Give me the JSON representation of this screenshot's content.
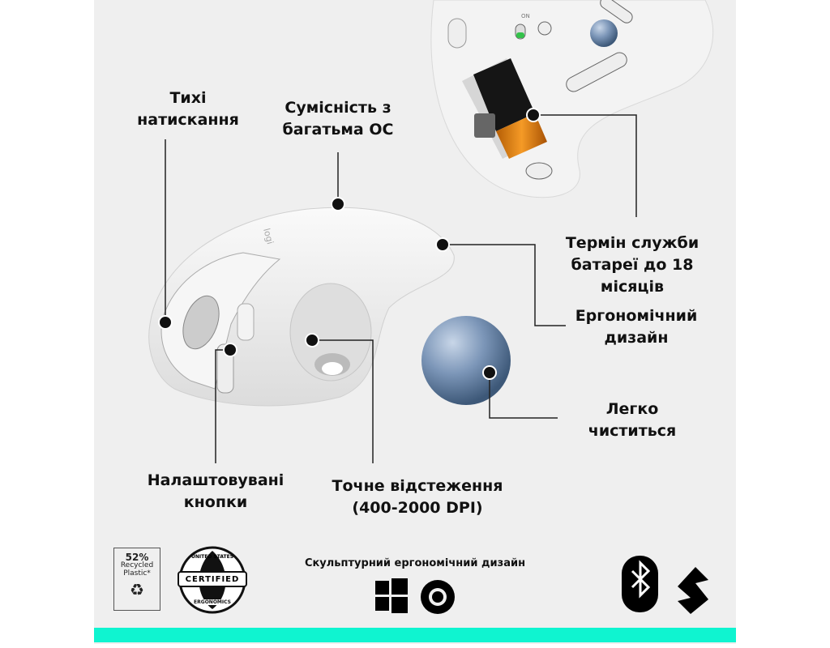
{
  "callouts": {
    "quiet_clicks": [
      "Тихі",
      "натискання"
    ],
    "multi_os": [
      "Сумісність з",
      "багатьма ОС"
    ],
    "battery": [
      "Термін служби",
      "батареї до 18",
      "місяців"
    ],
    "ergonomic": [
      "Ергономічний",
      "дизайн"
    ],
    "easy_clean": [
      "Легко",
      "чиститься"
    ],
    "custom_buttons": [
      "Налаштовувані",
      "кнопки"
    ],
    "tracking": [
      "Точне відстеження",
      "(400-2000 DPI)"
    ]
  },
  "switch_label": "ON",
  "mouse_logo": "logi",
  "footer": {
    "recycled": {
      "percent": "52%",
      "line1": "Recycled",
      "line2": "Plastic*"
    },
    "certified": {
      "top": "UNITED STATES",
      "middle": "CERTIFIED",
      "bottom": "ERGONOMICS"
    },
    "sculpted_text": "Скульптурний ергономічний дизайн",
    "icons": [
      "windows-icon",
      "chrome-icon",
      "bluetooth-icon",
      "logi-bolt-icon"
    ]
  },
  "colors": {
    "accent": "#0ff4d0",
    "background": "#efefef",
    "battery": "#e8860f",
    "ball": "#6f8bad"
  }
}
